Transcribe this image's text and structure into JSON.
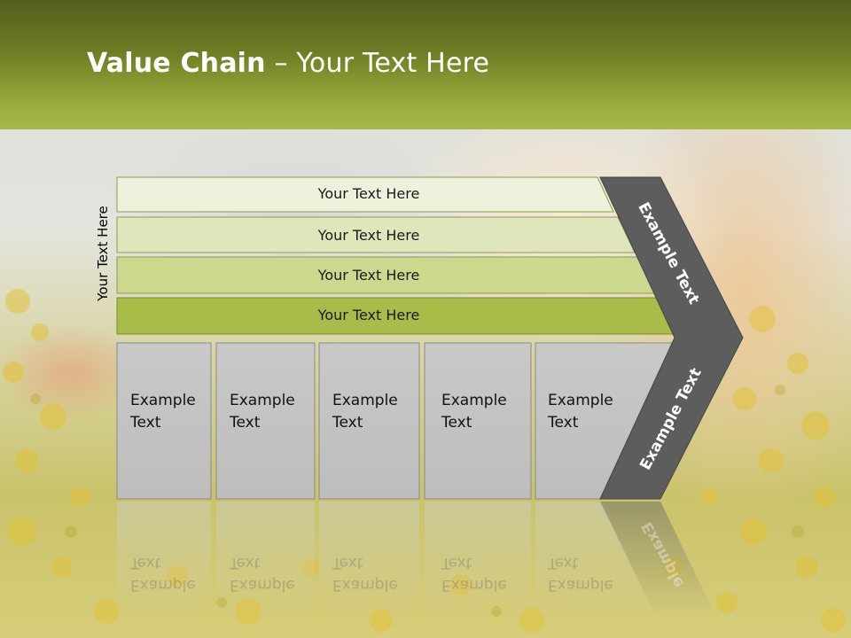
{
  "slide": {
    "title_bold": "Value Chain",
    "title_rest": " – Your Text Here",
    "side_label": "Your Text Here"
  },
  "rows": [
    {
      "label": "Your Text Here",
      "color": "#eef2dc"
    },
    {
      "label": "Your Text Here",
      "color": "#dfe6bc"
    },
    {
      "label": "Your Text Here",
      "color": "#cdd88f"
    },
    {
      "label": "Your Text Here",
      "color": "#a9bb48"
    }
  ],
  "boxes": [
    {
      "line1": "Example",
      "line2": "Text"
    },
    {
      "line1": "Example",
      "line2": "Text"
    },
    {
      "line1": "Example",
      "line2": "Text"
    },
    {
      "line1": "Example",
      "line2": "Text"
    },
    {
      "line1": "Example",
      "line2": "Text"
    }
  ],
  "arrow": {
    "upper_label": "Example Text",
    "lower_label": "Example Text",
    "reflection_label": "Example"
  },
  "colors": {
    "header_dark": "#525f1f",
    "header_light": "#a7b748",
    "box_fill": "#c3c3c3",
    "arrow_fill": "#5d5d5d"
  }
}
